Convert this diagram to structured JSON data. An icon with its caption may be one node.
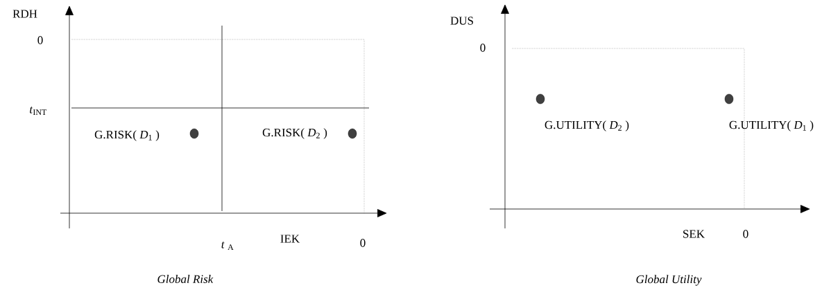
{
  "diagram": {
    "labels": [
      "RDH",
      "0",
      "*t*$_{INT}$",
      "G.RISK( *D*$_{1}$ )",
      "G.RISK( *D*$_{2}$ )",
      "*t* $_{A}$",
      "IEK",
      "0",
      "*Global Risk*",
      "DUS",
      "0",
      "G.UTILITY( *D*$_{2}$ )",
      "G.UTILITY( *D*$_{1}$ )",
      "SEK",
      "0",
      "*Global Utility*"
    ]
  }
}
